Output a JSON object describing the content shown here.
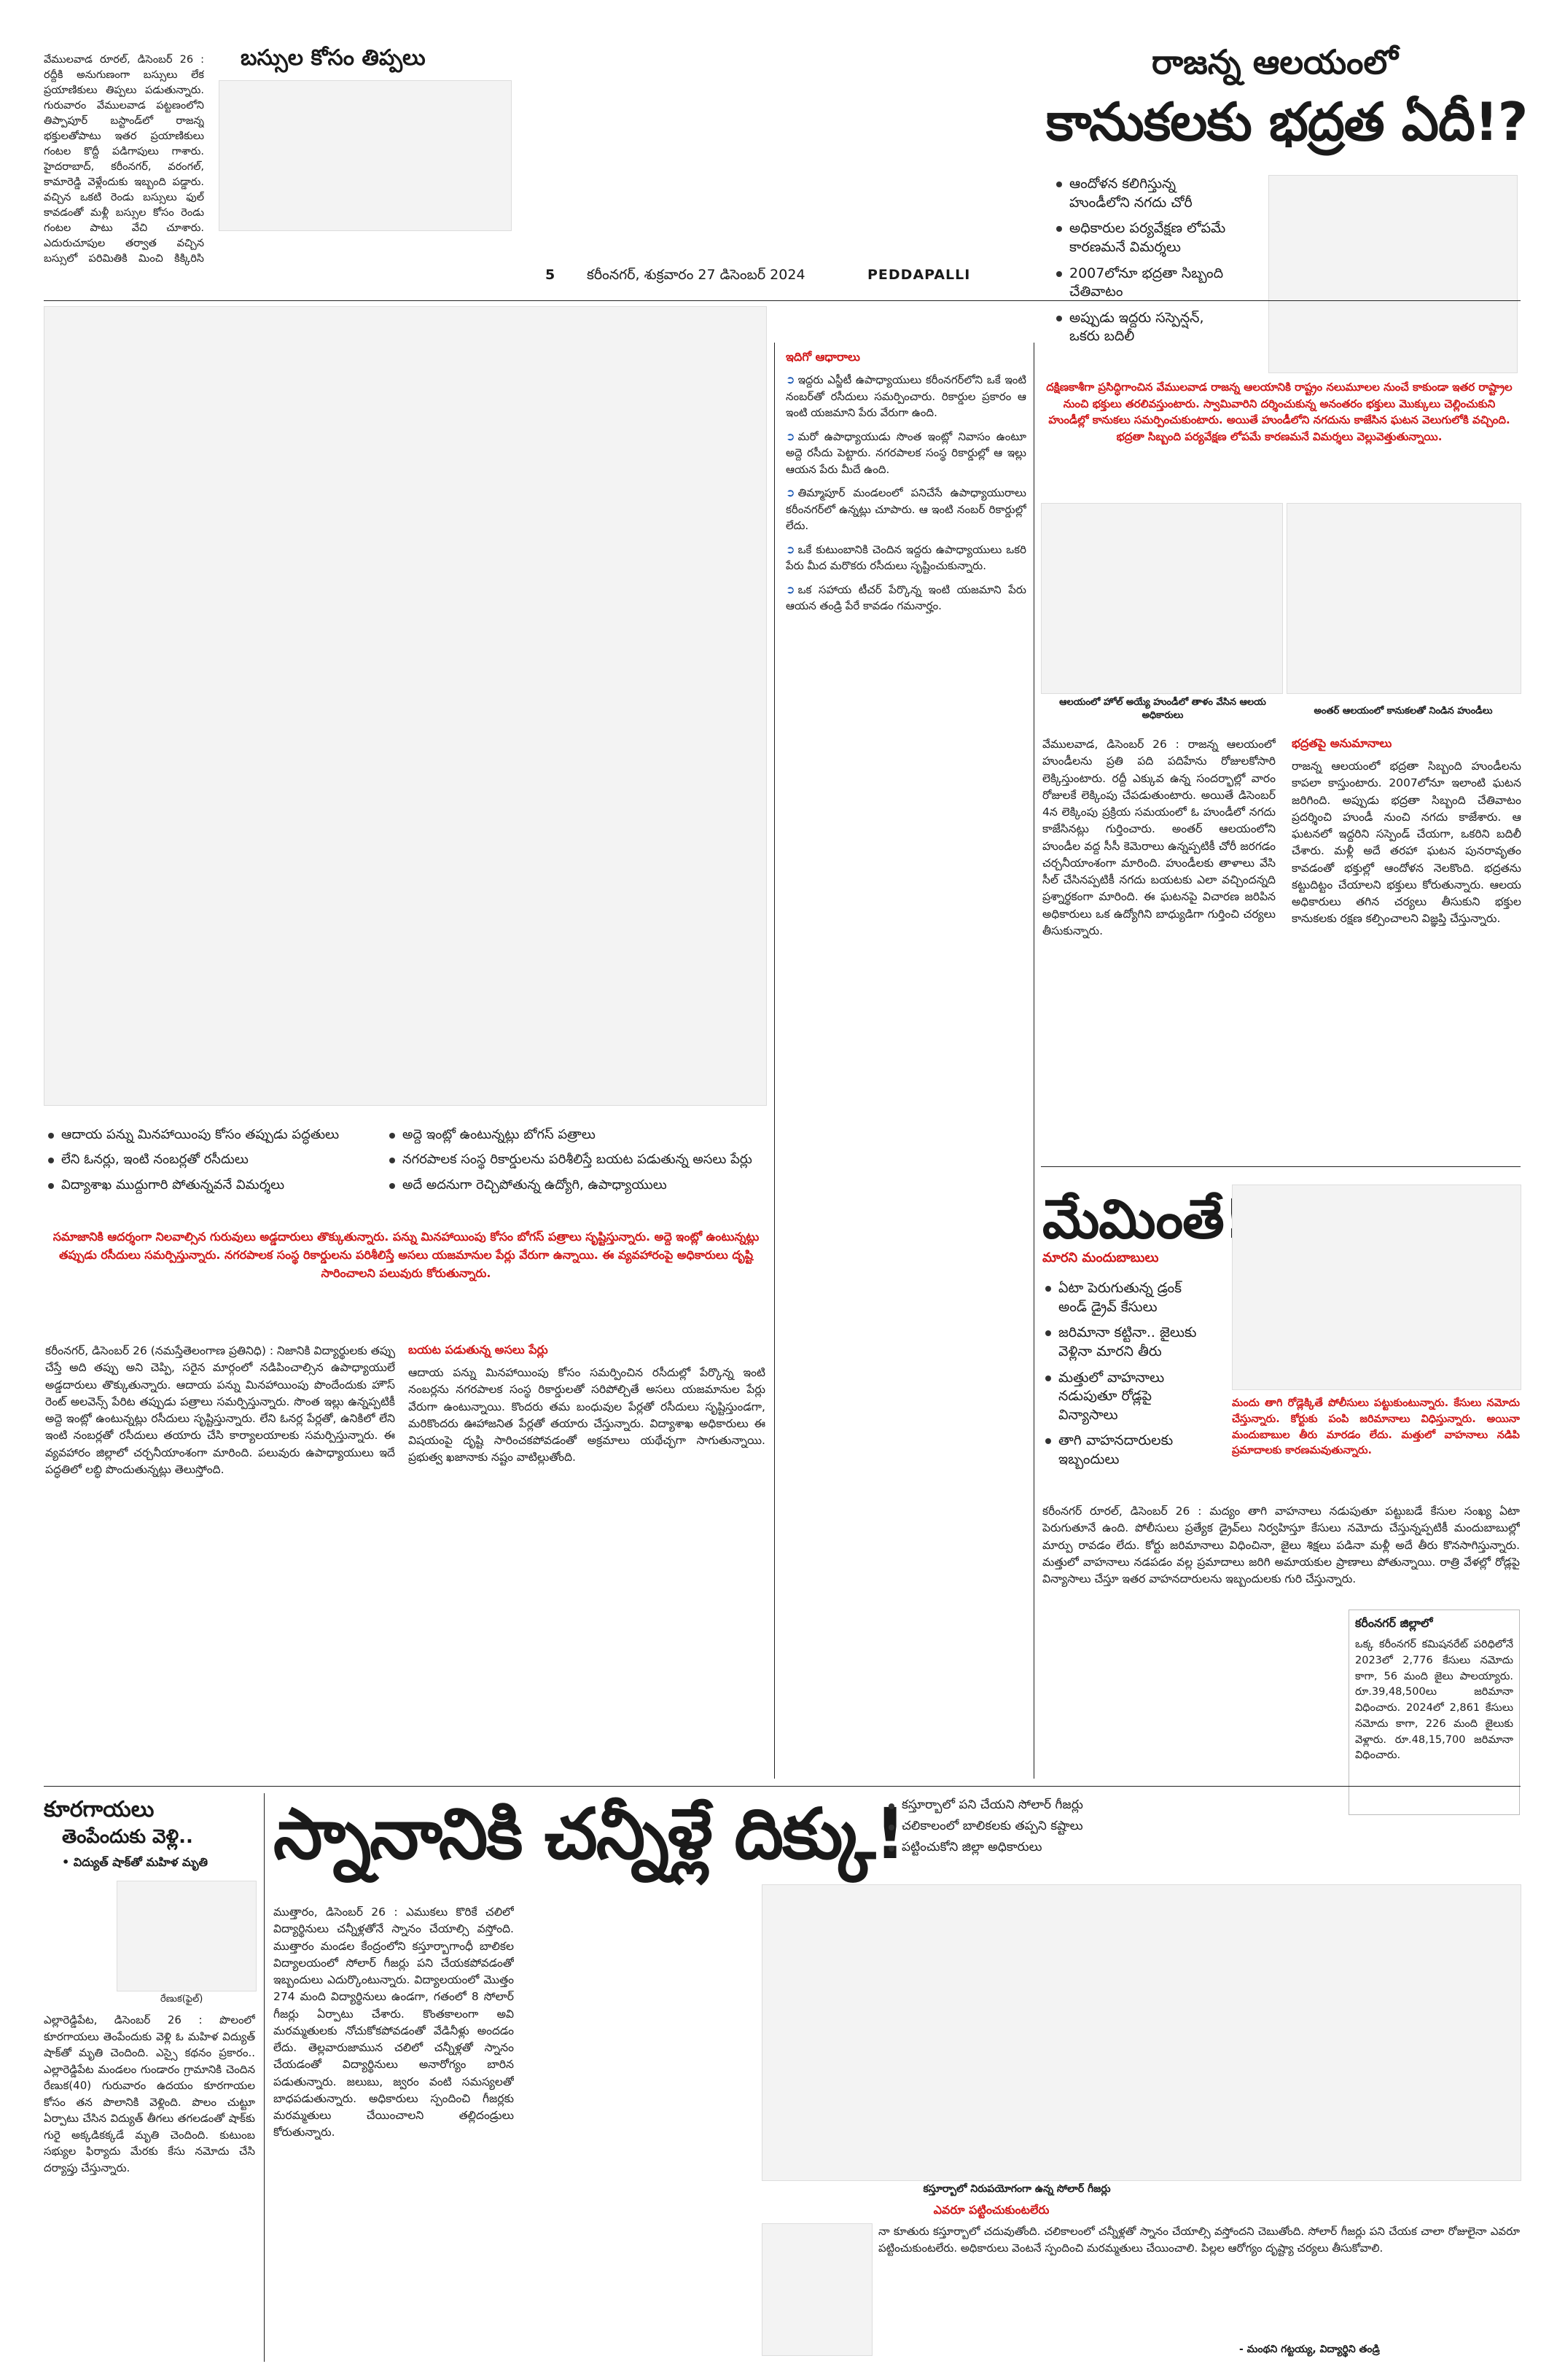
{
  "masthead": {
    "page_no": "5",
    "dateline": "కరీంనగర్, శుక్రవారం 27 డిసెంబర్ 2024",
    "edition": "PEDDAPALLI"
  },
  "bus": {
    "headline": "బస్సుల కోసం తిప్పలు",
    "body": "వేములవాడ రూరల్, డిసెంబర్ 26 : రద్దీకి అనుగుణంగా బస్సులు లేక ప్రయాణికులు తిప్పలు పడుతున్నారు. గురువారం వేములవాడ పట్టణంలోని తిప్పాపూర్ బస్టాండ్‌లో రాజన్న భక్తులతోపాటు ఇతర ప్రయాణికులు గంటల కొద్దీ పడిగాపులు గాశారు. హైదరాబాద్, కరీంనగర్, వరంగల్, కామారెడ్డి వెళ్లేందుకు ఇబ్బంది పడ్డారు. వచ్చిన ఒకటి రెండు బస్సులు ఫుల్ కావడంతో మళ్లీ బస్సుల కోసం రెండు గంటల పాటు వేచి చూశారు. ఎదురుచూపుల తర్వాత వచ్చిన బస్సులో పరిమితికి మించి కిక్కిరిసి ప్రయాణించారు. వేములవాడకు రావాలన్నా, పోవాలన్నా ఇబ్బందిగా ఉందని ప్రయాణికులు వాపోయారు."
  },
  "rajanna": {
    "kicker": "రాజన్న ఆలయంలో",
    "headline": "కానుకలకు భద్రత ఏదీ!?",
    "bullets": [
      "ఆందోళన కలిగిస్తున్న హుండీలోని నగదు చోరీ",
      "అధికారుల పర్యవేక్షణ లోపమే కారణమనే విమర్శలు",
      "2007లోనూ భద్రతా సిబ్బంది చేతివాటం",
      "అప్పుడు ఇద్దరు సస్పెన్షన్, ఒకరు బదిలీ"
    ],
    "lead": "దక్షిణకాశీగా ప్రసిద్ధిగాంచిన వేములవాడ రాజన్న ఆలయానికి రాష్ట్రం నలుమూలల నుంచే కాకుండా ఇతర రాష్ట్రాల నుంచి భక్తులు తరలివస్తుంటారు. స్వామివారిని దర్శించుకున్న అనంతరం భక్తులు మొక్కులు చెల్లించుకుని హుండీల్లో కానుకలు సమర్పించుకుంటారు. అయితే హుండీలోని నగదును కాజేసిన ఘటన వెలుగులోకి వచ్చింది. భద్రతా సిబ్బంది పర్యవేక్షణ లోపమే కారణమనే విమర్శలు వెల్లువెత్తుతున్నాయి.",
    "photo_caption_1": "ఆలయంలో హోల్ అయ్యే హుండీలో తాళం వేసిన ఆలయ అధికారులు",
    "photo_caption_2": "అంతర్ ఆలయంలో కానుకలతో నిండిన హుండీలు",
    "body_1": "వేములవాడ, డిసెంబర్ 26 : రాజన్న ఆలయంలో హుండీలను ప్రతి పది పదిహేను రోజులకోసారి లెక్కిస్తుంటారు. రద్దీ ఎక్కువ ఉన్న సందర్భాల్లో వారం రోజులకే లెక్కింపు చేపడుతుంటారు. అయితే డిసెంబర్ 4న లెక్కింపు ప్రక్రియ సమయంలో ఓ హుండీలో నగదు కాజేసినట్లు గుర్తించారు. అంతర్ ఆలయంలోని హుండీల వద్ద సీసీ కెమెరాలు ఉన్నప్పటికీ చోరీ జరగడం చర్చనీయాంశంగా మారింది. హుండీలకు తాళాలు వేసి సీల్ చేసినప్పటికీ నగదు బయటకు ఎలా వచ్చిందన్నది ప్రశ్నార్థకంగా మారింది. ఈ ఘటనపై విచారణ జరిపిన అధికారులు ఒక ఉద్యోగిని బాధ్యుడిగా గుర్తించి చర్యలు తీసుకున్నారు.",
    "subhead": "భద్రతపై అనుమానాలు",
    "body_2": "రాజన్న ఆలయంలో భద్రతా సిబ్బంది హుండీలను కాపలా కాస్తుంటారు. 2007లోనూ ఇలాంటి ఘటన జరిగింది. అప్పుడు భద్రతా సిబ్బంది చేతివాటం ప్రదర్శించి హుండీ నుంచి నగదు కాజేశారు. ఆ ఘటనలో ఇద్దరిని సస్పెండ్ చేయగా, ఒకరిని బదిలీ చేశారు. మళ్లీ అదే తరహా ఘటన పునరావృతం కావడంతో భక్తుల్లో ఆందోళన నెలకొంది. భద్రతను కట్టుదిట్టం చేయాలని భక్తులు కోరుతున్నారు. ఆలయ అధికారులు తగిన చర్యలు తీసుకుని భక్తుల కానుకలకు రక్షణ కల్పించాలని విజ్ఞప్తి చేస్తున్నారు."
  },
  "memintee": {
    "headline": "మేమింతే!",
    "subhead": "మారని మందుబాబులు",
    "bullets": [
      "ఏటా పెరుగుతున్న డ్రంక్ అండ్ డ్రైవ్ కేసులు",
      "జరిమానా కట్టినా.. జైలుకు వెళ్లినా మారని తీరు",
      "మత్తులో వాహనాలు నడుపుతూ రోడ్లపై విన్యాసాలు",
      "తాగి వాహనదారులకు ఇబ్బందులు"
    ],
    "lead": "మందు తాగి రోడ్లెక్కితే పోలీసులు పట్టుకుంటున్నారు. కేసులు నమోదు చేస్తున్నారు. కోర్టుకు పంపి జరిమానాలు విధిస్తున్నారు. అయినా మందుబాబుల తీరు మారడం లేదు. మత్తులో వాహనాలు నడిపి ప్రమాదాలకు కారణమవుతున్నారు.",
    "body": "కరీంనగర్ రూరల్, డిసెంబర్ 26 : మద్యం తాగి వాహనాలు నడుపుతూ పట్టుబడే కేసుల సంఖ్య ఏటా పెరుగుతూనే ఉంది. పోలీసులు ప్రత్యేక డ్రైవ్‌లు నిర్వహిస్తూ కేసులు నమోదు చేస్తున్నప్పటికీ మందుబాబుల్లో మార్పు రావడం లేదు. కోర్టు జరిమానాలు విధించినా, జైలు శిక్షలు పడినా మళ్లీ అదే తీరు కొనసాగిస్తున్నారు. మత్తులో వాహనాలు నడపడం వల్ల ప్రమాదాలు జరిగి అమాయకుల ప్రాణాలు పోతున్నాయి. రాత్రి వేళల్లో రోడ్లపై విన్యాసాలు చేస్తూ ఇతర వాహనదారులను ఇబ్బందులకు గురి చేస్తున్నారు.",
    "box_title": "కరీంనగర్ జిల్లాలో",
    "box_body": "ఒక్క కరీంనగర్ కమిషనరేట్ పరిధిలోనే 2023లో 2,776 కేసులు నమోదు కాగా, 56 మంది జైలు పాలయ్యారు. రూ.39,48,500లు జరిమానా విధించారు. 2024లో 2,861 కేసులు నమోదు కాగా, 226 మంది జైలుకు వెళ్లారు. రూ.48,15,700 జరిమానా విధించారు."
  },
  "tax": {
    "section_tag": "ఇదిగో ఆధారాలు",
    "bullets_left": [
      "ఆదాయ పన్ను మినహాయింపు కోసం తప్పుడు పద్ధతులు",
      "లేని ఓనర్లు, ఇంటి నంబర్లతో రసీదులు",
      "విద్యాశాఖ ముద్దుగారి పోతున్నవనే విమర్శలు"
    ],
    "bullets_right": [
      "అద్దె ఇంట్లో ఉంటున్నట్లు బోగస్ పత్రాలు",
      "నగరపాలక సంస్థ రికార్డులను పరిశీలిస్తే బయట పడుతున్న అసలు పేర్లు",
      "అదే అదనుగా రెచ్చిపోతున్న ఉద్యోగి, ఉపాధ్యాయులు"
    ],
    "lead": "సమాజానికి ఆదర్శంగా నిలవాల్సిన గురువులు అడ్డదారులు తొక్కుతున్నారు. పన్ను మినహాయింపు కోసం బోగస్ పత్రాలు సృష్టిస్తున్నారు. అద్దె ఇంట్లో ఉంటున్నట్లు తప్పుడు రసీదులు సమర్పిస్తున్నారు. నగరపాలక సంస్థ రికార్డులను పరిశీలిస్తే అసలు యజమానుల పేర్లు వేరుగా ఉన్నాయి. ఈ వ్యవహారంపై అధికారులు దృష్టి సారించాలని పలువురు కోరుతున్నారు.",
    "body_1": "కరీంనగర్, డిసెంబర్ 26 (నమస్తేతెలంగాణ ప్రతినిధి) : నిజానికి విద్యార్థులకు తప్పు చేస్తే అది తప్పు అని చెప్పి, సరైన మార్గంలో నడిపించాల్సిన ఉపాధ్యాయులే అడ్డదారులు తొక్కుతున్నారు. ఆదాయ పన్ను మినహాయింపు పొందేందుకు హౌస్ రెంట్ అలవెన్స్ పేరిట తప్పుడు పత్రాలు సమర్పిస్తున్నారు. సొంత ఇల్లు ఉన్నప్పటికీ అద్దె ఇంట్లో ఉంటున్నట్లు రసీదులు సృష్టిస్తున్నారు. లేని ఓనర్ల పేర్లతో, ఉనికిలో లేని ఇంటి నంబర్లతో రసీదులు తయారు చేసి కార్యాలయాలకు సమర్పిస్తున్నారు. ఈ వ్యవహారం జిల్లాలో చర్చనీయాంశంగా మారింది. పలువురు ఉపాధ్యాయులు ఇదే పద్ధతిలో లబ్ధి పొందుతున్నట్లు తెలుస్తోంది.",
    "subhead": "బయట పడుతున్న అసలు పేర్లు",
    "body_2": "ఆదాయ పన్ను మినహాయింపు కోసం సమర్పించిన రసీదుల్లో పేర్కొన్న ఇంటి నంబర్లను నగరపాలక సంస్థ రికార్డులతో సరిపోల్చితే అసలు యజమానుల పేర్లు వేరుగా ఉంటున్నాయి. కొందరు తమ బంధువుల పేర్లతో రసీదులు సృష్టిస్తుండగా, మరికొందరు ఊహాజనిత పేర్లతో తయారు చేస్తున్నారు. విద్యాశాఖ అధికారులు ఈ విషయంపై దృష్టి సారించకపోవడంతో అక్రమాలు యథేచ్ఛగా సాగుతున్నాయి. ప్రభుత్వ ఖజానాకు నష్టం వాటిల్లుతోంది.",
    "sidebar_items": [
      "ఇద్దరు ఎస్జీటీ ఉపాధ్యాయులు కరీంనగర్‌లోని ఒకే ఇంటి నంబర్‌తో రసీదులు సమర్పించారు. రికార్డుల ప్రకారం ఆ ఇంటి యజమాని పేరు వేరుగా ఉంది.",
      "మరో ఉపాధ్యాయుడు సొంత ఇంట్లో నివాసం ఉంటూ అద్దె రసీదు పెట్టారు. నగరపాలక సంస్థ రికార్డుల్లో ఆ ఇల్లు ఆయన పేరు మీదే ఉంది.",
      "తిమ్మాపూర్ మండలంలో పనిచేసే ఉపాధ్యాయురాలు కరీంనగర్‌లో ఉన్నట్లు చూపారు. ఆ ఇంటి నంబర్ రికార్డుల్లో లేదు.",
      "ఒకే కుటుంబానికి చెందిన ఇద్దరు ఉపాధ్యాయులు ఒకరి పేరు మీద మరొకరు రసీదులు సృష్టించుకున్నారు.",
      "ఒక సహాయ టీచర్ పేర్కొన్న ఇంటి యజమాని పేరు ఆయన తండ్రి పేరే కావడం గమనార్హం."
    ]
  },
  "vegetables": {
    "headline_line1": "కూరగాయలు",
    "headline_line2": "తెంపేందుకు వెళ్లి..",
    "sub": "విద్యుత్ షాక్‌తో మహిళ మృతి",
    "body": "ఎల్లారెడ్డిపేట, డిసెంబర్ 26 : పొలంలో కూరగాయలు తెంపేందుకు వెళ్లి ఓ మహిళ విద్యుత్ షాక్‌తో మృతి చెందింది. ఎస్సై కథనం ప్రకారం.. ఎల్లారెడ్డిపేట మండలం గుండారం గ్రామానికి చెందిన రేణుక(40) గురువారం ఉదయం కూరగాయల కోసం తన పొలానికి వెళ్లింది. పొలం చుట్టూ ఏర్పాటు చేసిన విద్యుత్ తీగలు తగలడంతో షాక్‌కు గురై అక్కడికక్కడే మృతి చెందింది. కుటుంబ సభ్యుల ఫిర్యాదు మేరకు కేసు నమోదు చేసి దర్యాప్తు చేస్తున్నారు.",
    "photo_caption": "రేణుక(ఫైల్)"
  },
  "bath": {
    "headline": "స్నానానికి చన్నీళ్లే దిక్కు!",
    "bullets": [
      "కస్తూర్బాలో పని చేయని సోలార్ గీజర్లు",
      "చలికాలంలో బాలికలకు తప్పని కష్టాలు",
      "పట్టించుకోని జిల్లా అధికారులు"
    ],
    "body": "ముత్తారం, డిసెంబర్ 26 : ఎముకలు కొరికే చలిలో విద్యార్థినులు చన్నీళ్లతోనే స్నానం చేయాల్సి వస్తోంది. ముత్తారం మండల కేంద్రంలోని కస్తూర్బాగాంధీ బాలికల విద్యాలయంలో సోలార్ గీజర్లు పని చేయకపోవడంతో ఇబ్బందులు ఎదుర్కొంటున్నారు. విద్యాలయంలో మొత్తం 274 మంది విద్యార్థినులు ఉండగా, గతంలో 8 సోలార్ గీజర్లు ఏర్పాటు చేశారు. కొంతకాలంగా అవి మరమ్మతులకు నోచుకోకపోవడంతో వేడినీళ్లు అందడం లేదు. తెల్లవారుజామున చలిలో చన్నీళ్లతో స్నానం చేయడంతో విద్యార్థినులు అనారోగ్యం బారిన పడుతున్నారు. జలుబు, జ్వరం వంటి సమస్యలతో బాధపడుతున్నారు. అధికారులు స్పందించి గీజర్లకు మరమ్మతులు చేయించాలని తల్లిదండ్రులు కోరుతున్నారు.",
    "photo_caption": "కస్తూర్బాలో నిరుపయోగంగా ఉన్న సోలార్ గీజర్లు",
    "quote_title": "ఎవరూ పట్టించుకుంటలేరు",
    "quote_body": "నా కూతురు కస్తూర్బాలో చదువుతోంది. చలికాలంలో చన్నీళ్లతో స్నానం చేయాల్సి వస్తోందని చెబుతోంది. సోలార్ గీజర్లు పని చేయక చాలా రోజులైనా ఎవరూ పట్టించుకుంటలేరు. అధికారులు వెంటనే స్పందించి మరమ్మతులు చేయించాలి. పిల్లల ఆరోగ్యం దృష్ట్యా చర్యలు తీసుకోవాలి.",
    "quote_by": "- మంథని గట్టయ్య, విద్యార్థిని తండ్రి"
  }
}
